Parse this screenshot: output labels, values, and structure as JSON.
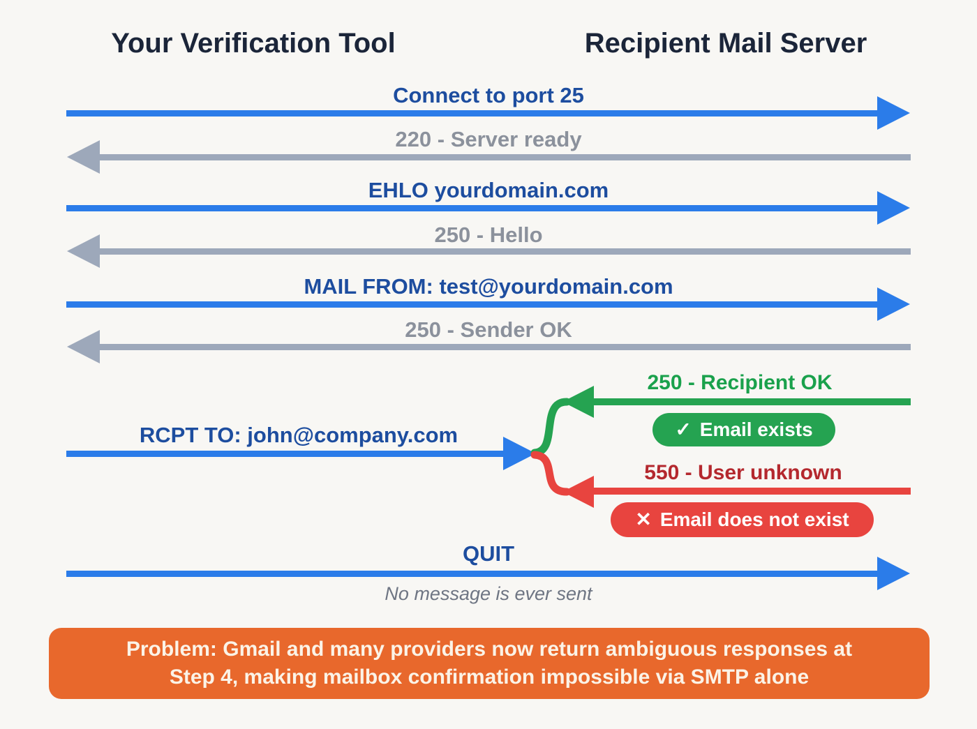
{
  "title_left": "Your Verification Tool",
  "title_right": "Recipient Mail Server",
  "colors": {
    "background": "#f8f7f4",
    "header_text": "#1b2539",
    "command_text": "#1d4d9f",
    "response_text": "#8b919c",
    "request_arrow": "#2b7ce9",
    "response_arrow": "#9da8ba",
    "success": "#25a351",
    "success_text": "#1aa14c",
    "error": "#e8443f",
    "error_text": "#b4282e",
    "note_text": "#6e7583",
    "banner_bg": "#e8682c",
    "banner_text": "#fbf3e7"
  },
  "sequence": [
    {
      "direction": "request",
      "label": "Connect to port 25"
    },
    {
      "direction": "response",
      "label": "220 - Server ready"
    },
    {
      "direction": "request",
      "label": "EHLO yourdomain.com"
    },
    {
      "direction": "response",
      "label": "250 - Hello"
    },
    {
      "direction": "request",
      "label": "MAIL FROM: test@yourdomain.com"
    },
    {
      "direction": "response",
      "label": "250 - Sender OK"
    },
    {
      "direction": "request",
      "label": "RCPT TO: john@company.com"
    }
  ],
  "branch": {
    "success": {
      "response": "250 - Recipient OK",
      "badge_icon": "✓",
      "badge_text": "Email exists"
    },
    "failure": {
      "response": "550 - User unknown",
      "badge_icon": "✕",
      "badge_text": "Email does not exist"
    }
  },
  "quit": {
    "label": "QUIT",
    "note": "No message is ever sent"
  },
  "banner": {
    "line1": "Problem: Gmail and many providers now return ambiguous responses at",
    "line2": "Step 4, making mailbox confirmation impossible via SMTP alone"
  }
}
